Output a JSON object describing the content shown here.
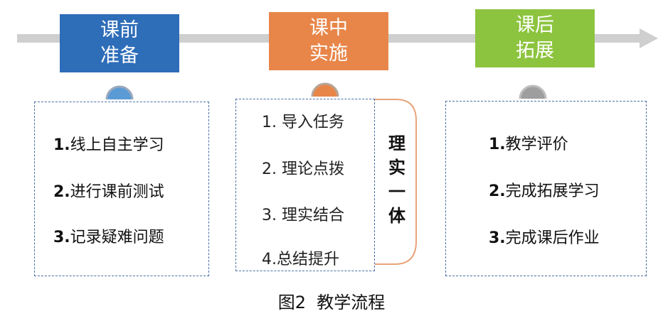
{
  "stages": [
    {
      "label": "课前\n准备",
      "color": "#2e6db8",
      "dot_color": "#5b9bd5"
    },
    {
      "label": "课中\n实施",
      "color": "#e8864a",
      "dot_color": "#e8864a"
    },
    {
      "label": "课后\n拓展",
      "color": "#8dc43f",
      "dot_color": "#9e9e9e"
    }
  ],
  "panel1": {
    "items": [
      {
        "num": "1.",
        "text": "线上自主学习"
      },
      {
        "num": "2.",
        "text": "进行课前测试"
      },
      {
        "num": "3.",
        "text": "记录疑难问题"
      }
    ]
  },
  "panel2": {
    "items": [
      "1. 导入任务",
      "2. 理论点拨",
      "3. 理实结合",
      "4.总结提升"
    ],
    "bracket_chars": [
      "理",
      "实",
      "一",
      "体"
    ]
  },
  "panel3": {
    "items": [
      {
        "num": "1.",
        "text": "教学评价"
      },
      {
        "num": "2.",
        "text": "完成拓展学习"
      },
      {
        "num": "3.",
        "text": "完成课后作业"
      }
    ]
  },
  "caption": "图2  教学流程",
  "colors": {
    "arrow": "#c8c8c8",
    "panel_border": "#4a6fa5",
    "bracket": "#e8a47a"
  }
}
